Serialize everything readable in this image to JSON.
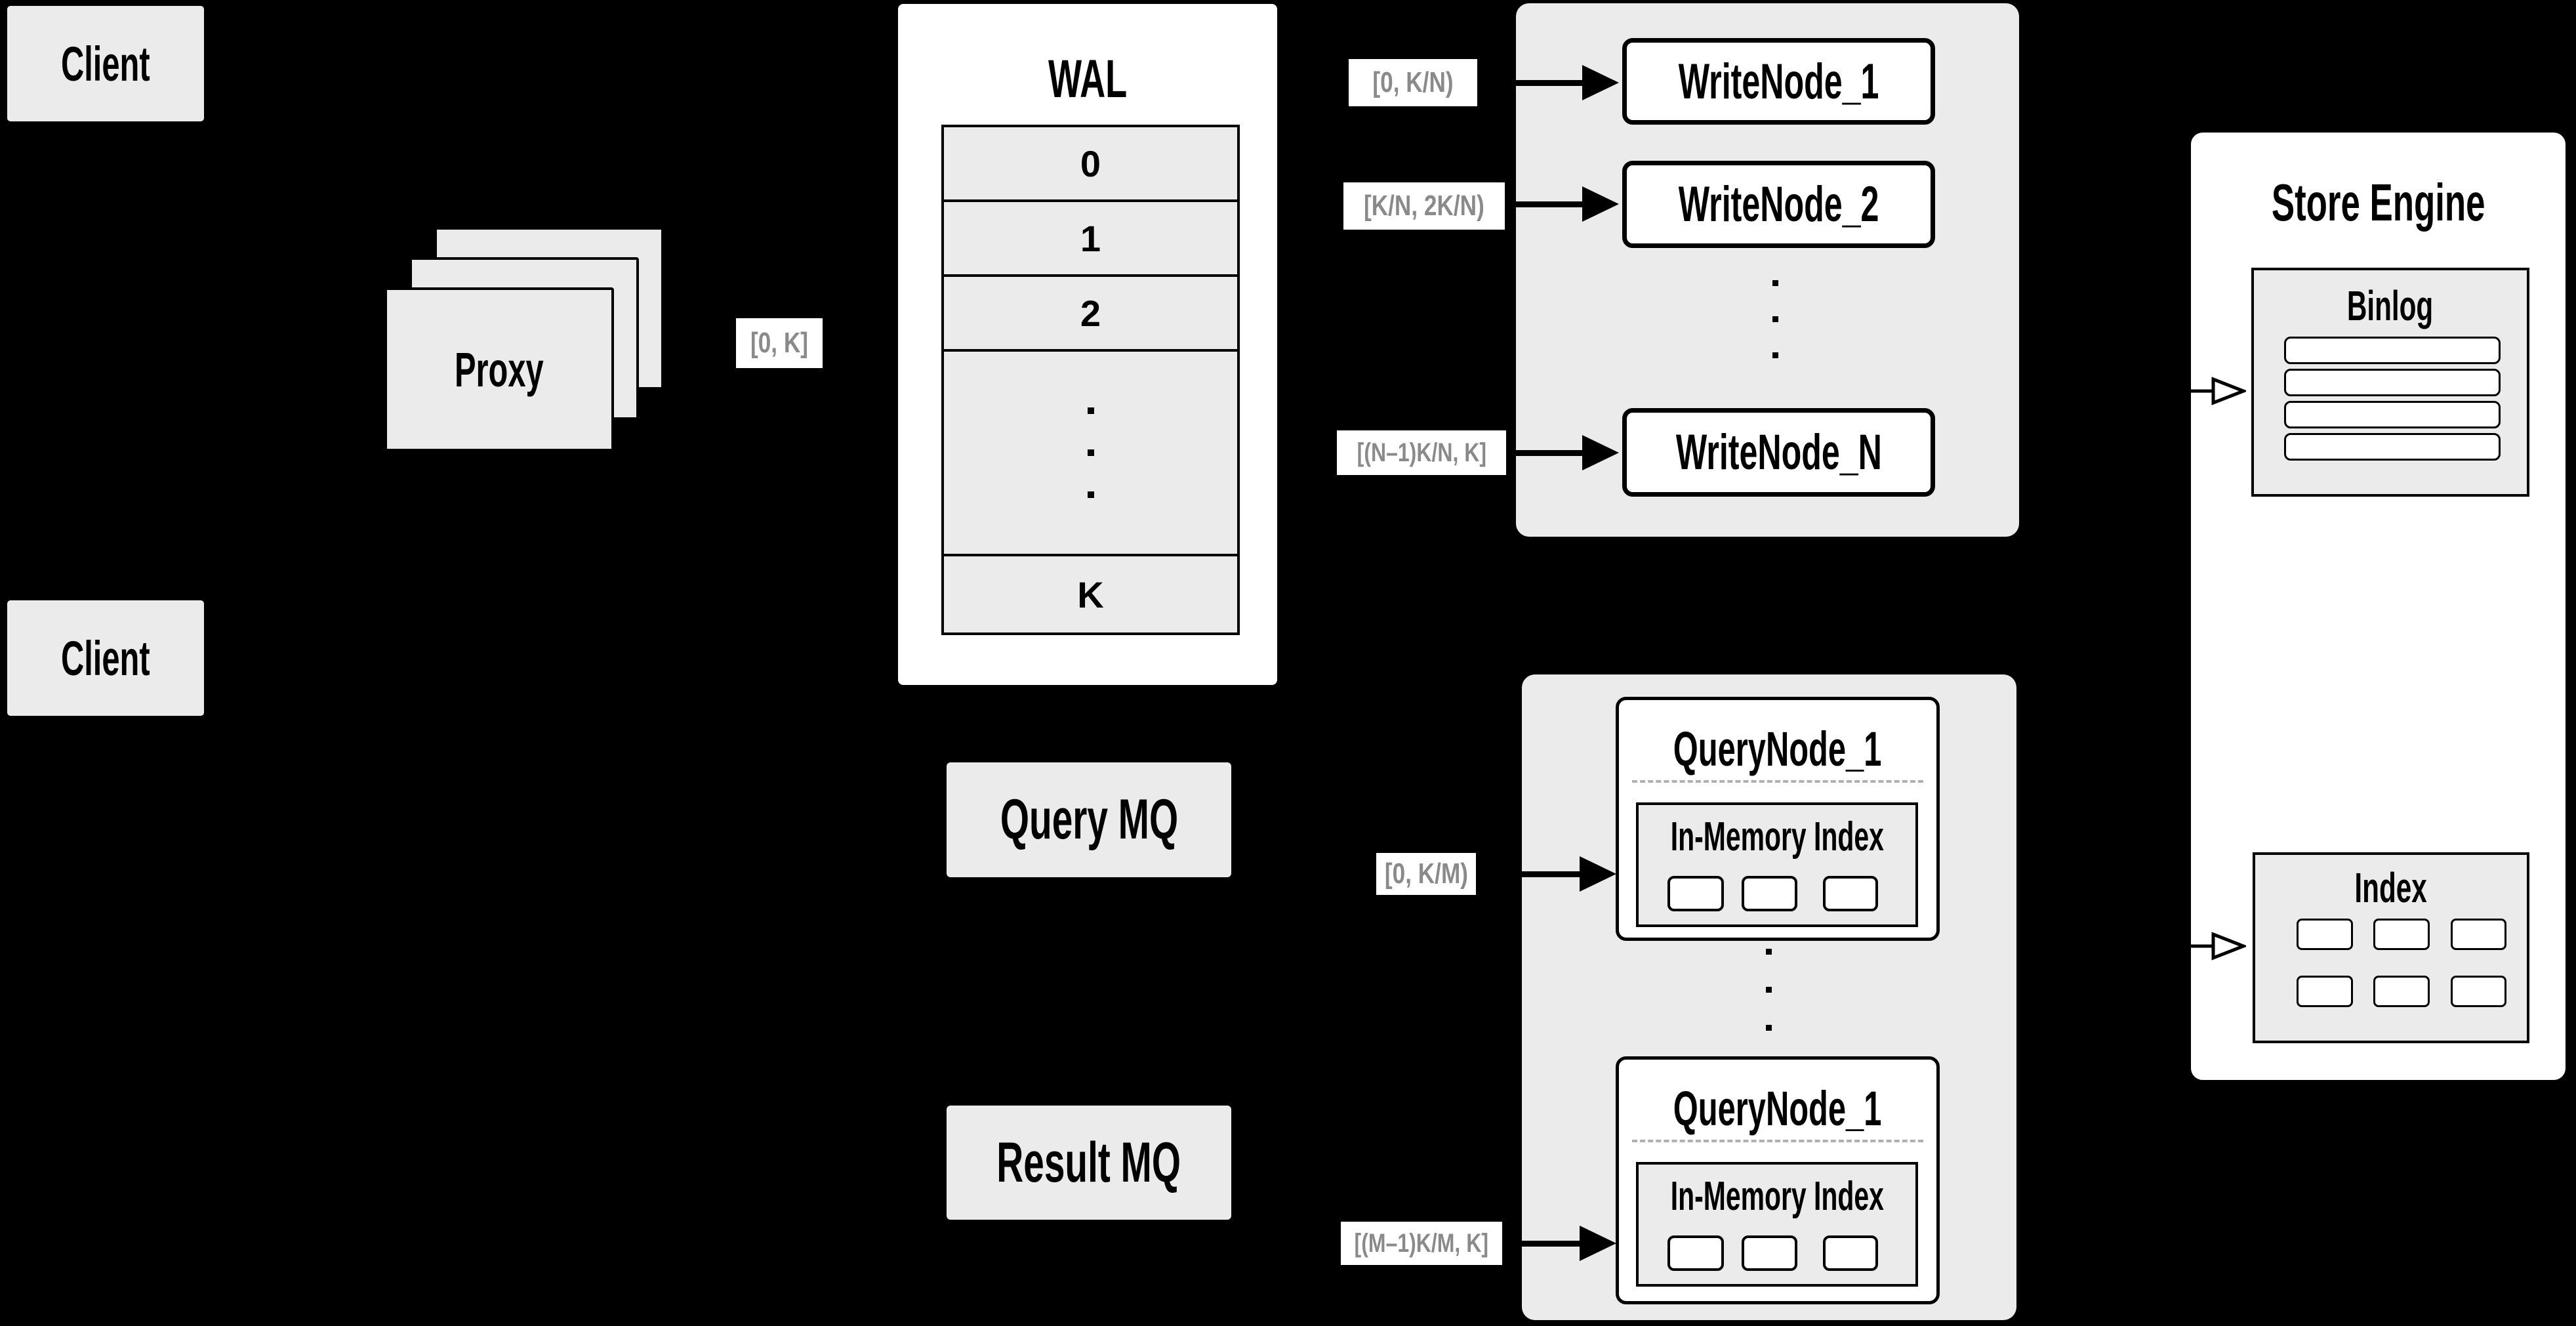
{
  "colors": {
    "background": "#000000",
    "box_fill": "#ebebeb",
    "node_fill": "#ffffff",
    "border": "#000000",
    "range_text": "#8a8a8a",
    "dashed_line": "#b0b0b0"
  },
  "clients": {
    "top": "Client",
    "bottom": "Client"
  },
  "proxy": {
    "label": "Proxy"
  },
  "ranges": {
    "proxy_out": "[0, K]",
    "write_1": "[0, K/N)",
    "write_2": "[K/N, 2K/N)",
    "write_n": "[(N–1)K/N, K]",
    "query_1": "[0, K/M)",
    "query_m": "[(M–1)K/M, K]"
  },
  "wal": {
    "title": "WAL",
    "segments": [
      "0",
      "1",
      "2"
    ],
    "last_segment": "K"
  },
  "write_nodes": [
    {
      "name": "WriteNode_1"
    },
    {
      "name": "WriteNode_2"
    },
    {
      "name": "WriteNode_N"
    }
  ],
  "mq": {
    "query": "Query MQ",
    "result": "Result MQ"
  },
  "query_nodes": [
    {
      "name": "QueryNode_1",
      "inner_title": "In-Memory Index"
    },
    {
      "name": "QueryNode_1",
      "inner_title": "In-Memory Index"
    }
  ],
  "store_engine": {
    "title": "Store Engine",
    "binlog": {
      "title": "Binlog"
    },
    "index": {
      "title": "Index"
    }
  }
}
